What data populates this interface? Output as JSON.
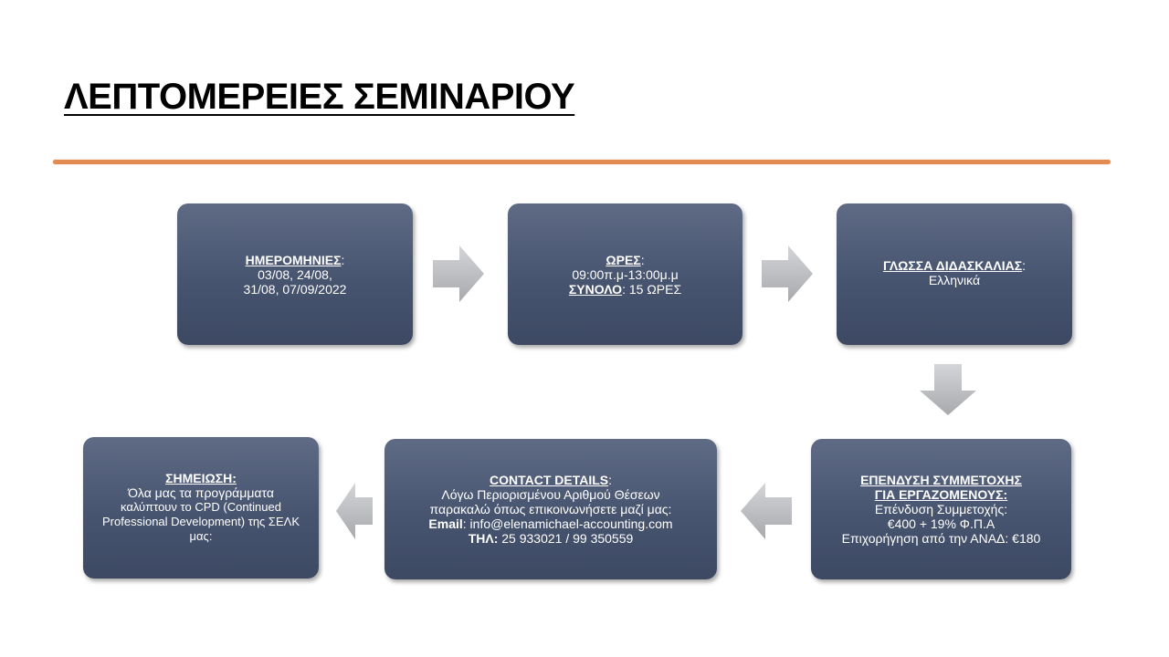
{
  "slide": {
    "title": "ΛΕΠΤΟΜΕΡΕΙΕΣ ΣΕΜΙΝΑΡΙΟΥ"
  },
  "colors": {
    "accent_line": "#e38b52",
    "box_fill": "#47546f",
    "box_text": "#ffffff",
    "arrow_fill": "#b8babd"
  },
  "boxes": {
    "dates": {
      "heading": "ΗΜΕΡΟΜΗΝΙΕΣ",
      "colon": ":",
      "line1": "03/08, 24/08,",
      "line2": "31/08, 07/09/2022"
    },
    "hours": {
      "heading": "ΩΡΕΣ",
      "colon": ":",
      "time": "09:00π.μ-13:00μ.μ",
      "total_label": "ΣΥΝΟΛΟ",
      "total_value": ": 15 ΩΡΕΣ"
    },
    "language": {
      "heading": "ΓΛΩΣΣΑ ΔΙΔΑΣΚΑΛΙΑΣ",
      "colon": ":",
      "value": "Ελληνικά"
    },
    "investment": {
      "heading_line1": "ΕΠΕΝΔΥΣΗ ΣΥΜΜΕΤΟΧΗΣ",
      "heading_line2": "ΓΙΑ ΕΡΓΑΖΟΜΕΝΟΥΣ:",
      "label": "Επένδυση Συμμετοχής:",
      "price": "€400 + 19% Φ.Π.Α",
      "subsidy": "Επιχορήγηση από την ΑΝΑΔ: €180"
    },
    "contact": {
      "heading": "CONTACT DETAILS",
      "colon": ":",
      "line1": "Λόγω Περιορισμένου Αριθμού Θέσεων",
      "line2": "παρακαλώ όπως επικοινωνήσετε μαζί μας:",
      "email_label": "Email",
      "email_value": ": info@elenamichael-accounting.com",
      "phone_label": "ΤΗΛ:",
      "phone_value": " 25 933021 / 99 350559"
    },
    "note": {
      "heading": "ΣΗΜΕΙΩΣΗ:",
      "line1": "Όλα μας τα προγράμματα",
      "line2": "καλύπτουν το CPD (Continued",
      "line3": "Professional Development) της ΣΕΛΚ",
      "line4": "μας:"
    }
  },
  "arrows": [
    {
      "id": "dates-to-hours",
      "direction": "right"
    },
    {
      "id": "hours-to-language",
      "direction": "right"
    },
    {
      "id": "language-to-investment",
      "direction": "down"
    },
    {
      "id": "investment-to-contact",
      "direction": "left"
    },
    {
      "id": "contact-to-note",
      "direction": "left"
    }
  ]
}
